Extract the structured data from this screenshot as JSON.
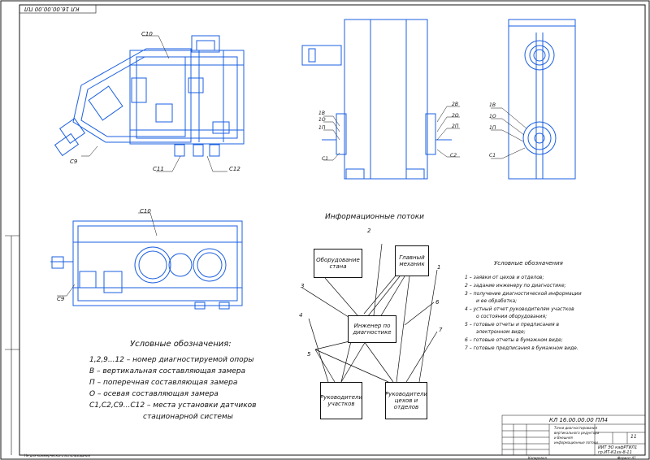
{
  "stamp_top": "КЛ 16.00.00.00 ПЛ",
  "view_labels": {
    "c10_top": "C10",
    "c9_top": "C9",
    "c11": "C11",
    "c12": "C12",
    "c10_bottom": "C10",
    "c9_bottom": "C9",
    "mid_left": [
      "1В",
      "1О",
      "1П",
      "C1"
    ],
    "mid_right": [
      "2В",
      "2О",
      "2П",
      "C2"
    ],
    "right_view": [
      "1В",
      "1О",
      "1П",
      "C1"
    ]
  },
  "flow": {
    "title": "Информационные потоки",
    "boxes": {
      "equipment": "Оборудование станa",
      "chief_mechanic": "Главный механик",
      "engineer": "Инженер по диагностике",
      "heads_sections": "Руководители участков",
      "heads_shops": "Руководители цехов и отделов"
    },
    "numbers": [
      "1",
      "2",
      "3",
      "4",
      "5",
      "6",
      "7"
    ]
  },
  "flow_legend": {
    "title": "Условные обозначения",
    "items": [
      "1 – заявки от цехов и отделов;",
      "2 – задание инженеру по диагностике;",
      "3 – получение диагностической информации",
      "и ее обработка;",
      "4 – устный отчет руководителям участков",
      "о состоянии оборудования;",
      "5 – готовые отчеты и предписания в",
      "электронном виде;",
      "6 – готовые отчеты в бумажном виде;",
      "7 – готовые предписания в бумажном виде."
    ]
  },
  "main_legend": {
    "title": "Условные обозначения:",
    "items": [
      "1,2,9...12 – номер диагностируемой опоры",
      "В – вертикальная составляющая замера",
      "П – поперечная составляющая замера",
      "О – осевая составляющая замера",
      "С1,С2,С9...С12 – места установки датчиков",
      "стационарной системы"
    ]
  },
  "title_block": {
    "code": "КЛ 16.00.00.00 ПЛ4",
    "name_lines": [
      "Точки диагностирования",
      "вертикального редуктора",
      "и Внешняя",
      "информационные потоки"
    ],
    "sheet": "11",
    "org_lines": [
      "ИИТ ЭО кафРТИЛ1",
      "гр.ИТ-К1хх-8-11"
    ],
    "bottom_left": "Копировал",
    "bottom_right": "Формат А1"
  },
  "left_margin_note": "Не для коммерческого использования"
}
